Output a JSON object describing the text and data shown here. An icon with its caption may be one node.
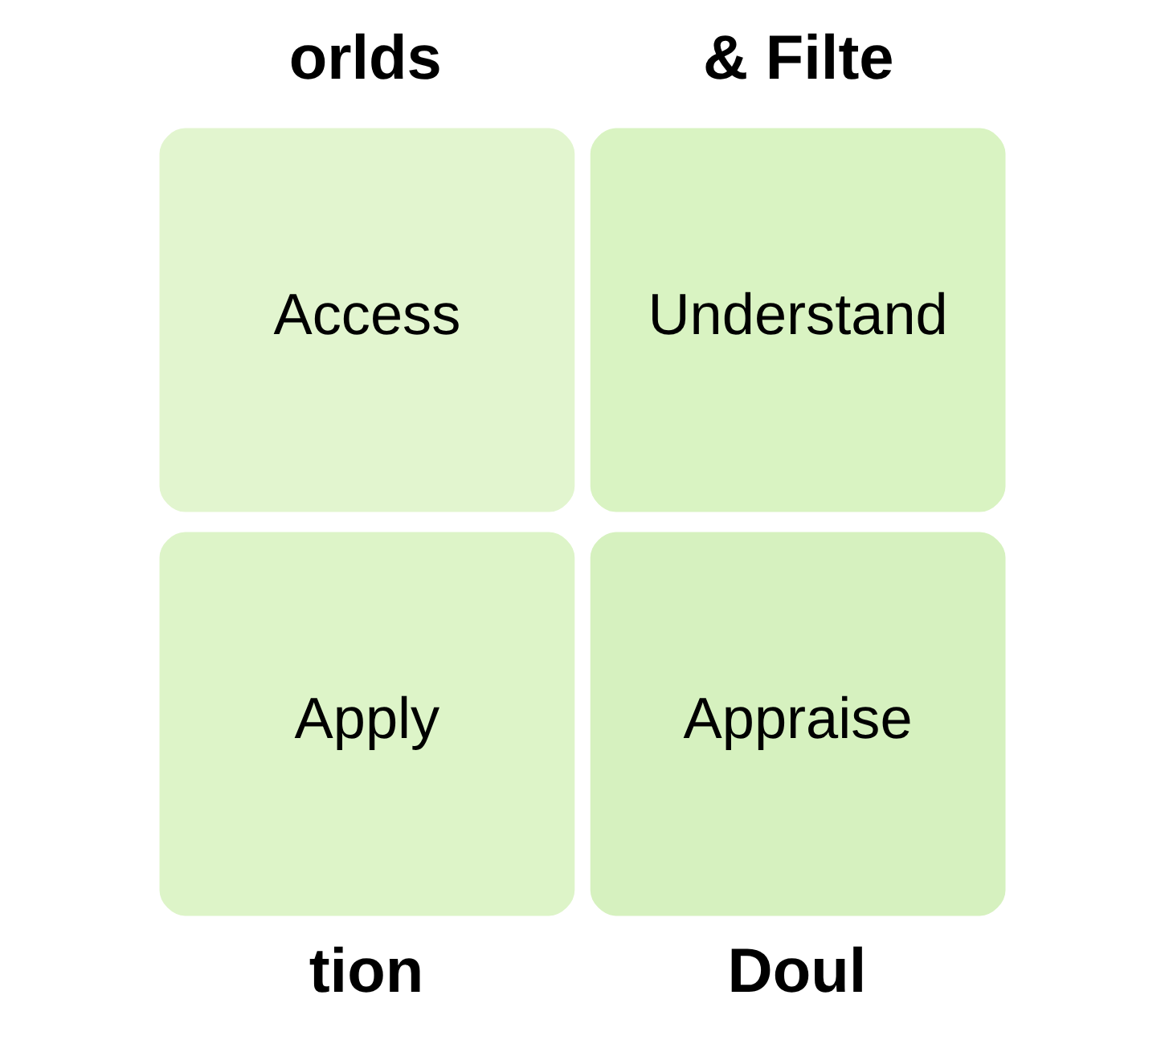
{
  "diagram": {
    "nodes": [
      {
        "text": [
          "Access"
        ]
      },
      {
        "text": [
          "Understand"
        ]
      },
      {
        "text": [
          "Apply"
        ]
      },
      {
        "text": [
          "Appraise"
        ]
      }
    ],
    "labels": [
      "orlds",
      "& Filte",
      "Doul",
      "tion"
    ]
  }
}
